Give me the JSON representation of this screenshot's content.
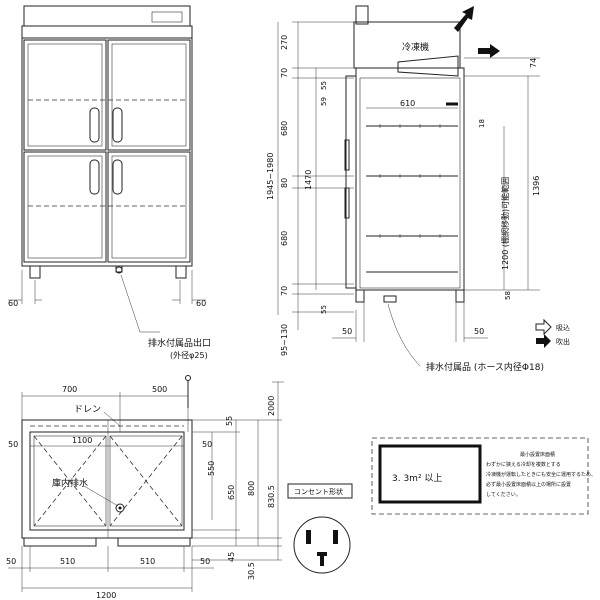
{
  "front_view": {
    "dim_left_foot": "60",
    "dim_right_foot": "60",
    "drain_label": "排水付属品出口",
    "drain_sub": "(外径φ25)"
  },
  "side_view": {
    "compressor_label": "冷凍機",
    "vert_dims": [
      "270",
      "70",
      "680",
      "80",
      "680",
      "70",
      "95~130"
    ],
    "total_height": "1945~1980",
    "inner_height": "1470",
    "dim_55_top": "55",
    "dim_59": "59",
    "dim_610": "610",
    "dim_74": "74",
    "dim_18": "18",
    "dim_1396": "1396",
    "shelf_range": "1200 (棚網移動)可能範囲",
    "dim_58": "58",
    "dim_55_bottom": "55",
    "dim_50_left": "50",
    "dim_50_right": "50",
    "hose_label": "排水付属品 (ホース内径Φ18)"
  },
  "legend": {
    "intake": "吸込",
    "exhaust": "吹出"
  },
  "plan_view": {
    "dim_700": "700",
    "dim_500": "500",
    "drain_label": "ドレン",
    "dim_1100": "1100",
    "dim_50_tl": "50",
    "dim_50_tr": "50",
    "interior_drain_label": "庫内排水",
    "dim_55": "55",
    "dim_2000": "2000",
    "dim_550": "550",
    "dim_650": "650",
    "dim_800": "800",
    "dim_830_5": "830.5",
    "dim_45": "45",
    "dim_30_5": "30.5",
    "dim_50_bl": "50",
    "dim_510_left": "510",
    "dim_510_right": "510",
    "dim_50_br": "50",
    "dim_1200": "1200"
  },
  "outlet": {
    "title": "コンセント形状"
  },
  "min_area": {
    "title": "最小設置床面積",
    "area_value": "3. 3m² 以上",
    "note_lines": [
      "わずかに狭える冷却を複数とする",
      "冷凍機が運転したときにも安全に運用するため、",
      "必ず最小設置床面積以上の場所に設置",
      "してください。"
    ]
  }
}
